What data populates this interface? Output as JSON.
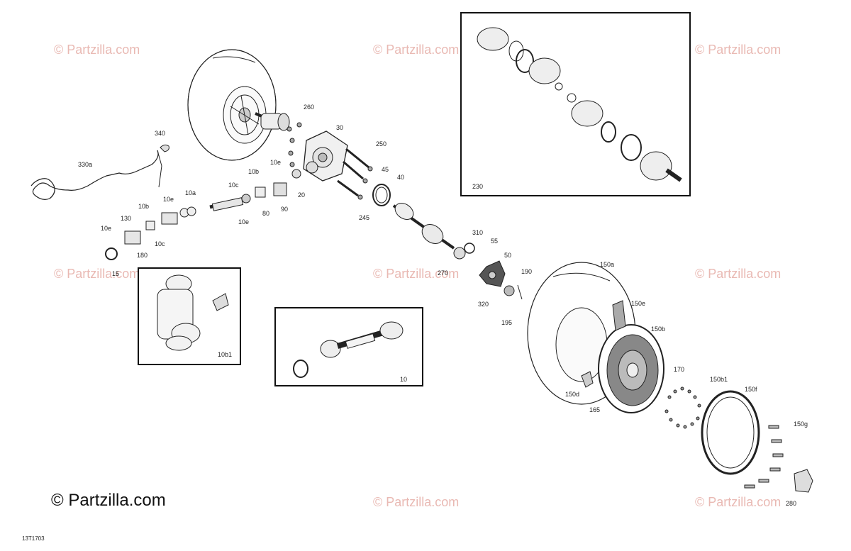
{
  "watermark": {
    "text": "© Partzilla.com",
    "color": "#e9b9b3"
  },
  "copyright": "© Partzilla.com",
  "drawing_id": "13T1703",
  "insets": [
    {
      "name": "cv-joint-kit",
      "label": "230"
    },
    {
      "name": "u-joint-detail",
      "label": "10b1"
    },
    {
      "name": "drive-shaft-assembly",
      "label": "10"
    }
  ],
  "part_labels": [
    "260",
    "30",
    "250",
    "45",
    "40",
    "340",
    "330a",
    "10b",
    "10e",
    "10a",
    "10c",
    "10e",
    "80",
    "90",
    "20",
    "245",
    "130",
    "10b",
    "10e",
    "10c",
    "180",
    "15",
    "10e",
    "310",
    "55",
    "50",
    "270",
    "190",
    "320",
    "195",
    "150a",
    "150e",
    "150b",
    "170",
    "150b1",
    "150f",
    "150d",
    "165",
    "150g",
    "280"
  ]
}
